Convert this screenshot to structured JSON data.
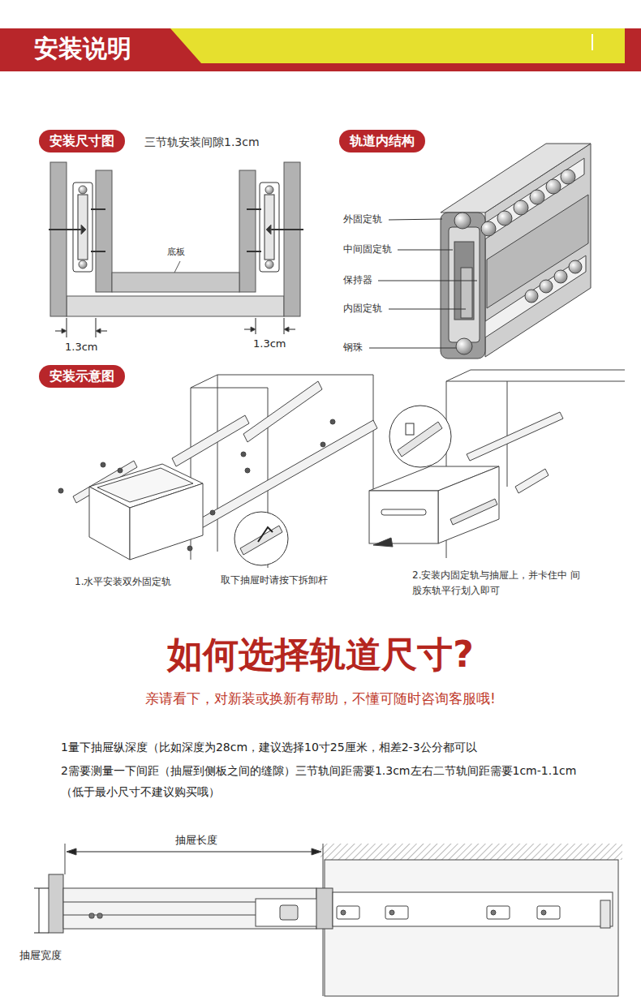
{
  "diagram": {
    "title": "安装说明",
    "nodes": [
      {
        "text": [
          "安装尺寸图"
        ]
      },
      {
        "text": [
          "轨道内结构"
        ]
      },
      {
        "text": [
          "安装示意图"
        ]
      }
    ],
    "labels": [
      "三节轨安装间隙1.3cm",
      "外固定轨",
      "中间固定轨",
      "底板",
      "保持器",
      "内固定轨",
      "1.3cm",
      "1.3cm",
      "钢珠",
      "1.水平安装双外固定轨",
      "取下抽屉时请按下拆卸杆",
      "2.安装内固定轨与抽屉上，并卡住中 间股东轨平行划入即可",
      "如何选择轨道尺寸?",
      "亲请看下，对新装或换新有帮助，不懂可随时咨询客服哦!",
      "1量下抽屉纵深度（比如深度为28cm，建议选择10寸25厘米，相差2-3公分都可以",
      "2需要测量一下间距（抽屉到侧板之间的缝隙）三节轨间距需要1.3cm左右二节轨间距需要1cm-1.1cm（低于最小尺寸不建议购买哦）",
      "抽屉长度",
      "抽屉宽度"
    ]
  }
}
